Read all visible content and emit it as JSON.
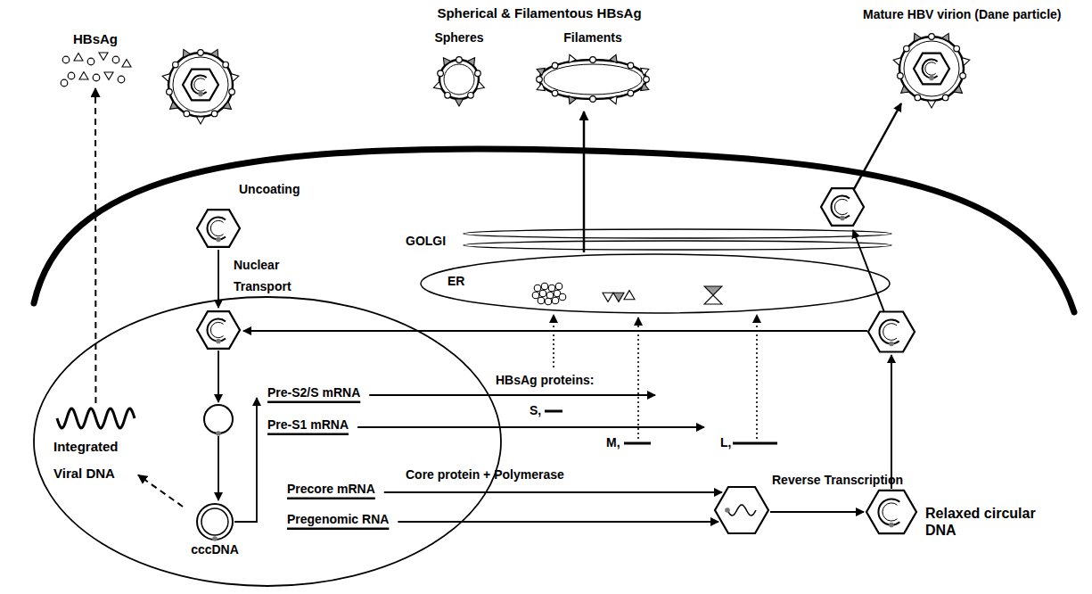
{
  "diagram": {
    "nodes": [
      {
        "text": [
          "HBsAg"
        ]
      },
      {
        "text": [
          "Spherical & Filamentous HBsAg"
        ]
      },
      {
        "text": [
          "Spheres"
        ],
        "in": 1
      },
      {
        "text": [
          "Filaments"
        ],
        "in": 1
      },
      {
        "text": [
          "Mature HBV virion (Dane particle)"
        ]
      },
      {
        "text": [
          "ER"
        ]
      },
      {
        "text": [
          "Integrated Viral DNA"
        ]
      },
      {
        "text": [
          "cccDNA"
        ]
      }
    ],
    "edges": [
      {
        "from": 5,
        "to": 1,
        "arrow": "to"
      },
      {
        "from": 6,
        "to": 0,
        "arrow": "to"
      },
      {
        "from": 7,
        "to": 6,
        "arrow": "to"
      }
    ],
    "labels": [
      "Uncoating",
      "Nuclear Transport",
      "GOLGI",
      "Pre-S2/S mRNA",
      "Pre-S1 mRNA",
      "Precore mRNA",
      "Pregenomic RNA",
      "HBsAg proteins:",
      "S,",
      "M,",
      "L,",
      "Core protein + Polymerase",
      "Reverse Transcription",
      "Relaxed circular DNA"
    ]
  }
}
